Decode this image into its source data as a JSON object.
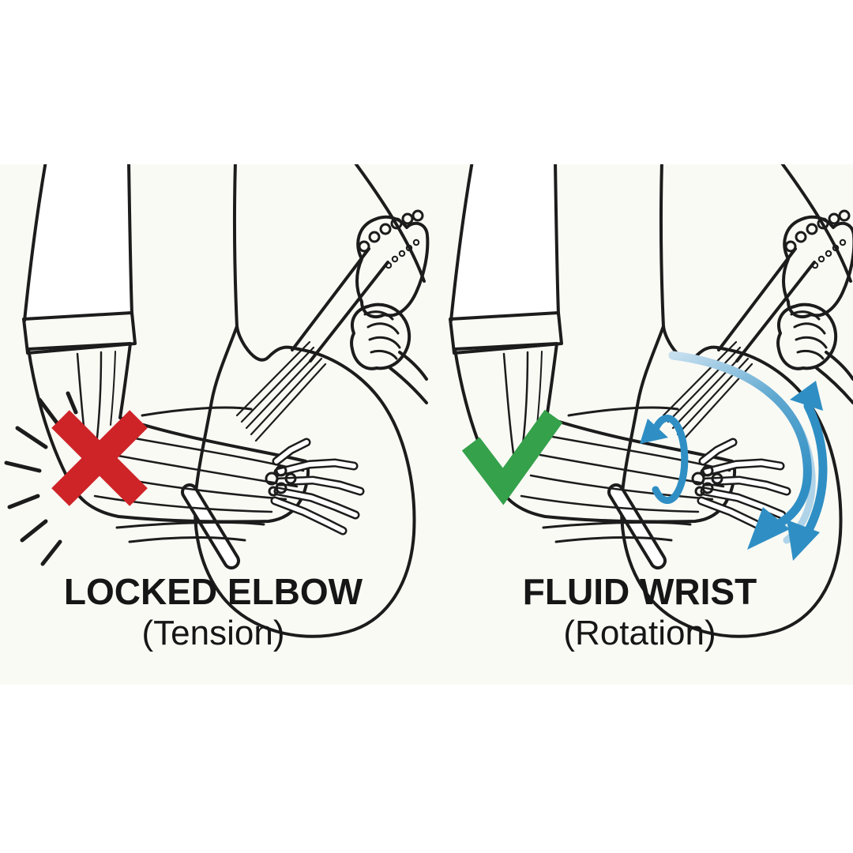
{
  "diagram": {
    "subject": "guitar-strumming-technique-comparison",
    "panels": [
      {
        "id": "locked-elbow",
        "title": "LOCKED ELBOW",
        "subtitle": "(Tension)",
        "marker": "cross"
      },
      {
        "id": "fluid-wrist",
        "title": "FLUID WRIST",
        "subtitle": "(Rotation)",
        "marker": "check"
      }
    ],
    "colors": {
      "cross": "#CE2428",
      "check": "#35A14B",
      "arrow_blue": "#2F8FC4",
      "arrow_blue_light": "#AFD3E8",
      "line": "#1C1C1C",
      "band_bg": "#FAFAF5",
      "canvas": "#FFFFFF",
      "text": "#161616"
    }
  }
}
